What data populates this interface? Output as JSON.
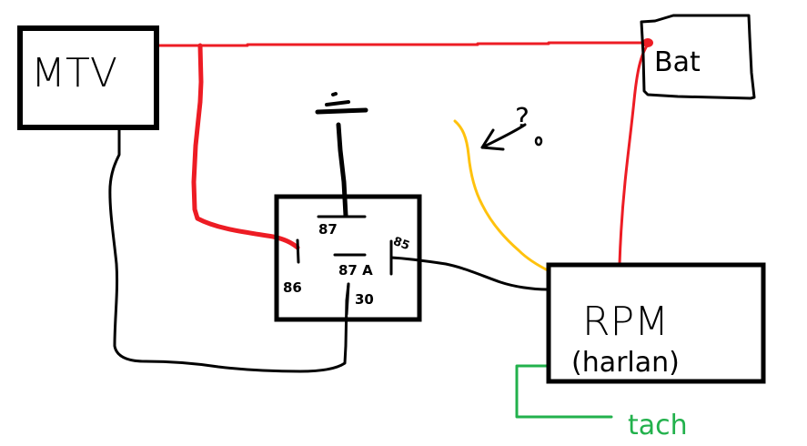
{
  "diagram": {
    "colors": {
      "background": "#ffffff",
      "ink": "#000000",
      "power_wire": "#ed1c24",
      "signal_wire": "#ffc20e",
      "tach_wire": "#22b14c"
    },
    "components": {
      "mtv": {
        "label": "MTV"
      },
      "battery": {
        "label": "Bat"
      },
      "relay": {
        "pins": {
          "p87": "87",
          "p87a": "87 A",
          "p85": "85",
          "p86": "86",
          "p30": "30"
        }
      },
      "rpm": {
        "label": "RPM",
        "sublabel": "(harlan)"
      }
    },
    "annotations": {
      "question": "?",
      "tach_label": "tach"
    },
    "wires": [
      {
        "name": "mtv-to-battery",
        "color": "power_wire"
      },
      {
        "name": "tap-to-relay-86",
        "color": "power_wire"
      },
      {
        "name": "battery-to-rpm",
        "color": "power_wire"
      },
      {
        "name": "ground-to-relay-87",
        "color": "ink"
      },
      {
        "name": "mtv-to-relay-30",
        "color": "ink"
      },
      {
        "name": "relay-85-to-rpm",
        "color": "ink"
      },
      {
        "name": "unknown-to-rpm",
        "color": "signal_wire"
      },
      {
        "name": "rpm-tach-out",
        "color": "tach_wire"
      }
    ]
  }
}
